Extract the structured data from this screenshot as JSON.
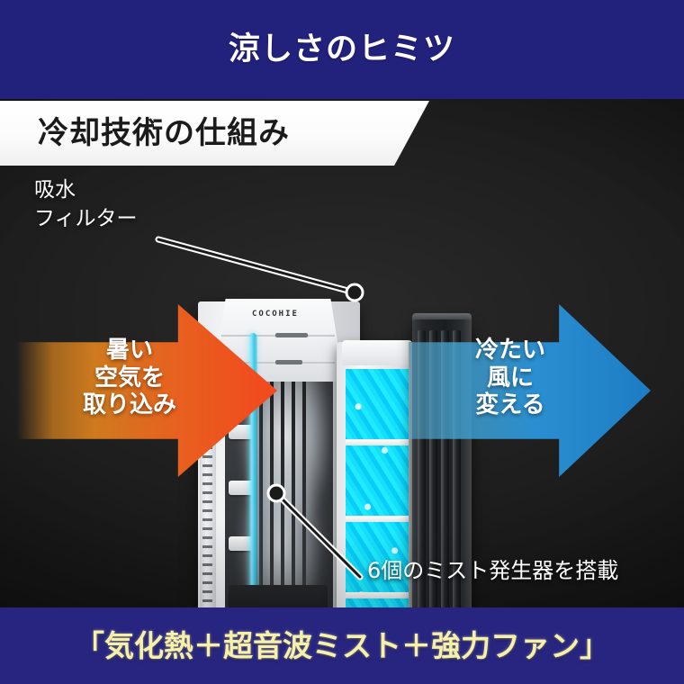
{
  "header": {
    "title": "涼しさのヒミツ",
    "background_color": "#22217c",
    "text_color": "#ffffff"
  },
  "sub_banner": {
    "title": "冷却技術の仕組み",
    "background_color": "#ffffff",
    "text_color": "#1b1b1b"
  },
  "diagram": {
    "background_color": "#141414",
    "product_brand": "COCOHIE",
    "annotations": {
      "filter_label": "吸水\nフィルター",
      "mist_label": "6個のミスト発生器を搭載"
    },
    "arrows": [
      {
        "id": "hot-air-intake",
        "text": "暑い\n空気を\n取り込み",
        "direction": "right",
        "color": "#e8601f",
        "gradient_from": "#cf7a1e",
        "gradient_to": "#f2481e"
      },
      {
        "id": "cool-air-output",
        "text": "冷たい\n風に\n変える",
        "direction": "right",
        "color": "#2a8fd0",
        "gradient_from": "#5aafd7",
        "gradient_to": "#1d7cc4"
      }
    ],
    "components": {
      "water_filter_color": "#29b6e4",
      "fan_grille_color": "#1a1d20",
      "body_color": "#f6f7f8",
      "hose_color": "#63dcf5"
    }
  },
  "footer": {
    "title": "「気化熱＋超音波ミスト＋強力ファン」",
    "background_color": "#282580",
    "text_color": "#f6f0a8"
  }
}
